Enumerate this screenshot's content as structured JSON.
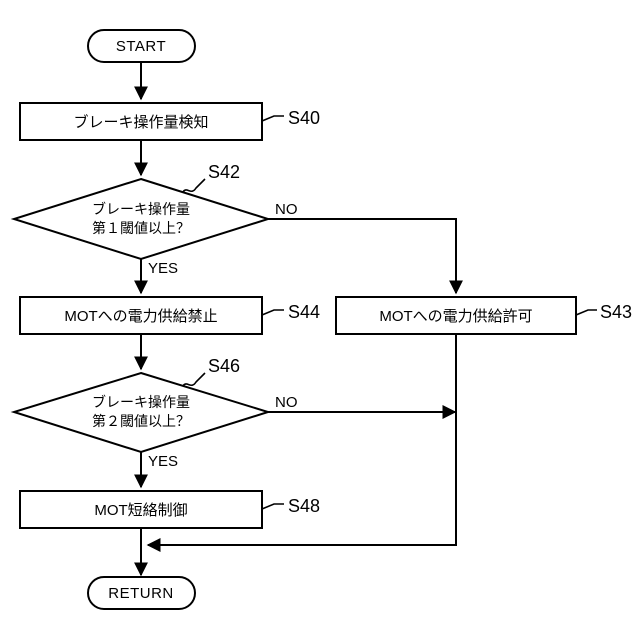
{
  "diagram": {
    "type": "flowchart",
    "language": "ja",
    "background_color": "#ffffff",
    "line_color": "#000000",
    "terminals": {
      "start": "START",
      "end": "RETURN"
    },
    "nodes": [
      {
        "id": "start",
        "shape": "terminal",
        "label": "START"
      },
      {
        "id": "s40",
        "shape": "process",
        "label": "ブレーキ操作量検知",
        "step": "S40"
      },
      {
        "id": "s42",
        "shape": "decision",
        "label_line1": "ブレーキ操作量",
        "label_line2": "第１閾値以上？",
        "step": "S42",
        "yes": "YES",
        "no": "NO"
      },
      {
        "id": "s44",
        "shape": "process",
        "label": "MOTへの電力供給禁止",
        "step": "S44"
      },
      {
        "id": "s43",
        "shape": "process",
        "label": "MOTへの電力供給許可",
        "step": "S43"
      },
      {
        "id": "s46",
        "shape": "decision",
        "label_line1": "ブレーキ操作量",
        "label_line2": "第２閾値以上？",
        "step": "S46",
        "yes": "YES",
        "no": "NO"
      },
      {
        "id": "s48",
        "shape": "process",
        "label": "MOT短絡制御",
        "step": "S48"
      },
      {
        "id": "return",
        "shape": "terminal",
        "label": "RETURN"
      }
    ],
    "branch_labels": {
      "s42_yes": "YES",
      "s42_no": "NO",
      "s46_yes": "YES",
      "s46_no": "NO"
    },
    "step_labels": {
      "s40": "S40",
      "s42": "S42",
      "s43": "S43",
      "s44": "S44",
      "s46": "S46",
      "s48": "S48"
    }
  }
}
